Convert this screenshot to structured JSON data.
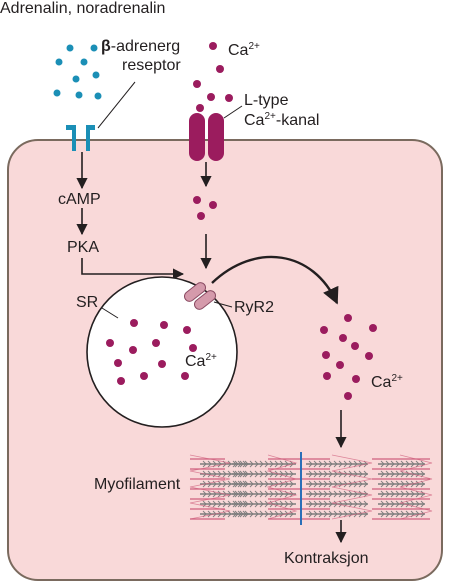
{
  "labels": {
    "hormones": "Adrenalin, noradrenalin",
    "beta_symbol": "β",
    "receptor_line1_rest": "-adrenerg",
    "receptor_line2": "reseptor",
    "ca_top_base": "Ca",
    "ca_charge": "2+",
    "ltype_line1": "L-type",
    "ltype_line2_base": "Ca",
    "ltype_line2_rest": "-kanal",
    "camp": "cAMP",
    "pka": "PKA",
    "sr": "SR",
    "ryr2": "RyR2",
    "ca_sr_base": "Ca",
    "ca_cyto_base": "Ca",
    "myofilament": "Myofilament",
    "contraction": "Kontraksjon"
  },
  "colors": {
    "cell_fill": "#f9d9d9",
    "cell_stroke": "#7a6a5e",
    "teal": "#1b8fb6",
    "magenta": "#9b1c5e",
    "ryr_fill": "#d59aab",
    "ryr_stroke": "#8a4a62",
    "myofil_pink": "#d0607e",
    "myofil_gray": "#7d7d7d",
    "zline_blue": "#2a6fb8"
  }
}
